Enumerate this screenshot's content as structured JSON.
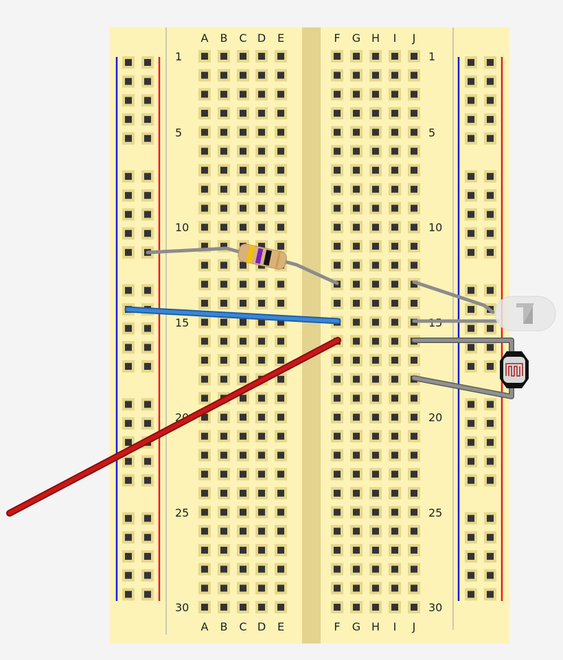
{
  "breadboard": {
    "column_letters_left": [
      "A",
      "B",
      "C",
      "D",
      "E"
    ],
    "column_letters_right": [
      "F",
      "G",
      "H",
      "I",
      "J"
    ],
    "row_count": 30,
    "row_labels": [
      "1",
      "5",
      "10",
      "15",
      "20",
      "25",
      "30"
    ],
    "colors": {
      "board": "#fdf3b6",
      "channel": "#e3d38f",
      "hole": "#333333",
      "rail_negative": "#1a1adb",
      "rail_positive": "#e0201a"
    }
  },
  "components": {
    "resistor": {
      "bands": [
        "#f5c000",
        "#7a1fc4",
        "#111111",
        "#c9a050"
      ],
      "body_color": "#d8b27a"
    },
    "led": {
      "color": "#e6e6e6"
    },
    "photoresistor": {
      "body_color": "#111111",
      "trace_color": "#b01818"
    },
    "wires": {
      "blue": "#2f78c8",
      "red": "#c01414",
      "leg": "#8c8c8c"
    }
  }
}
